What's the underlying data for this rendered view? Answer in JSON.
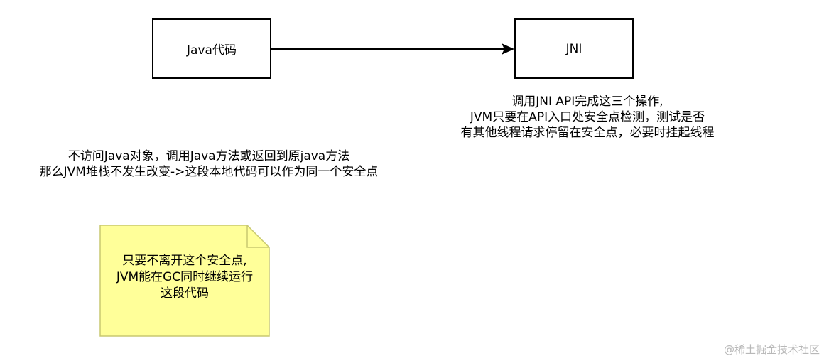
{
  "colors": {
    "node_border": "#000000",
    "edge": "#000000",
    "sticky_fill": "#ffff99",
    "sticky_border": "#c8c870",
    "watermark": "#b8b8b8"
  },
  "nodes": {
    "java_code": {
      "label": "Java代码"
    },
    "jni": {
      "label": "JNI"
    }
  },
  "edge": {
    "from": "java_code",
    "to": "jni",
    "label": ""
  },
  "notes": {
    "jni": {
      "lines": [
        "调用JNI API完成这三个操作,",
        "JVM只要在API入口处安全点检测，测试是否",
        "有其他线程请求停留在安全点，必要时挂起线程"
      ]
    },
    "java": {
      "lines": [
        "不访问Java对象，调用Java方法或返回到原java方法",
        "那么JVM堆栈不发生改变->这段本地代码可以作为同一个安全点"
      ]
    },
    "sticky": {
      "lines": [
        "只要不离开这个安全点,",
        "JVM能在GC同时继续运行",
        "这段代码"
      ]
    }
  },
  "watermark": "@稀土掘金技术社区"
}
